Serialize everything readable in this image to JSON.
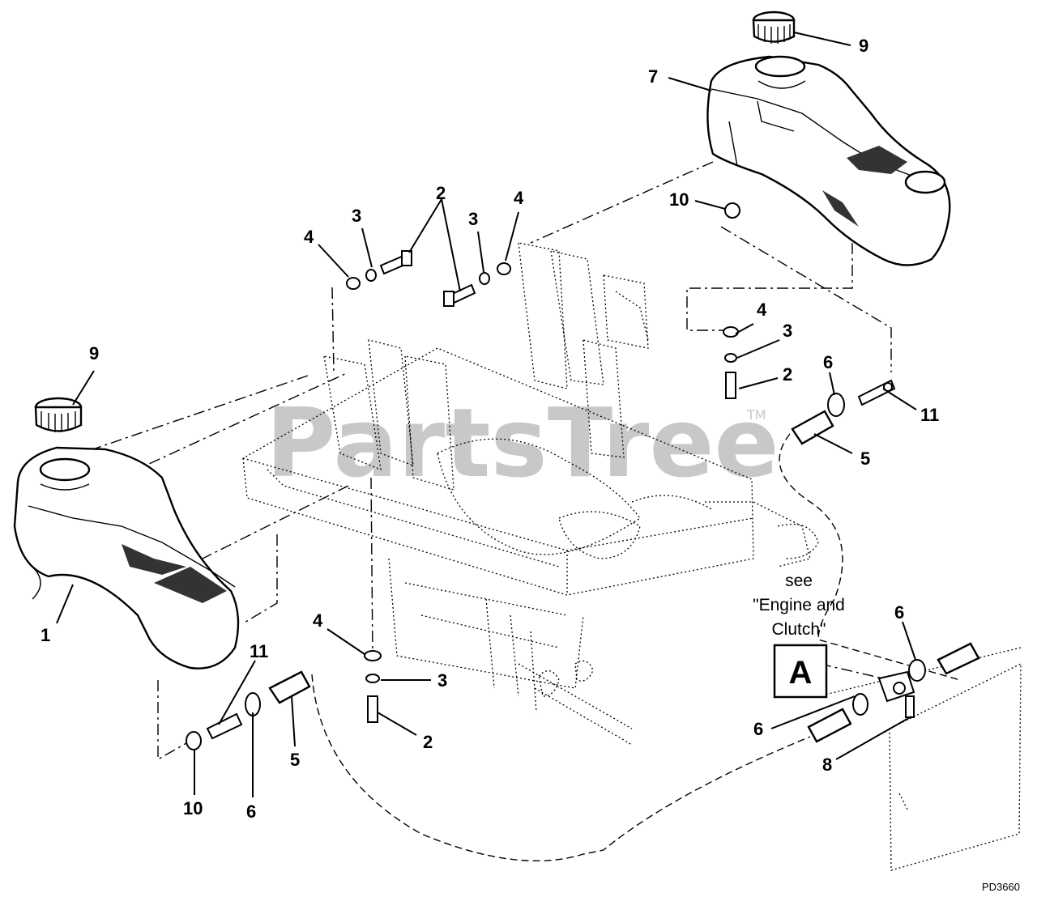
{
  "callouts": {
    "c1": "1",
    "c2a": "2",
    "c2b": "2",
    "c2c": "2",
    "c3a": "3",
    "c3b": "3",
    "c3c": "3",
    "c3d": "3",
    "c4a": "4",
    "c4b": "4",
    "c4c": "4",
    "c4d": "4",
    "c5a": "5",
    "c5b": "5",
    "c6a": "6",
    "c6b": "6",
    "c6c": "6",
    "c6d": "6",
    "c7": "7",
    "c8": "8",
    "c9a": "9",
    "c9b": "9",
    "c10a": "10",
    "c10b": "10",
    "c11a": "11",
    "c11b": "11"
  },
  "note": {
    "line1": "see",
    "line2": "\"Engine and",
    "line3": "Clutch\"",
    "box_letter": "A"
  },
  "watermark": {
    "text": "PartsTree",
    "trademark": "TM"
  },
  "drawing_code": "PD3660"
}
